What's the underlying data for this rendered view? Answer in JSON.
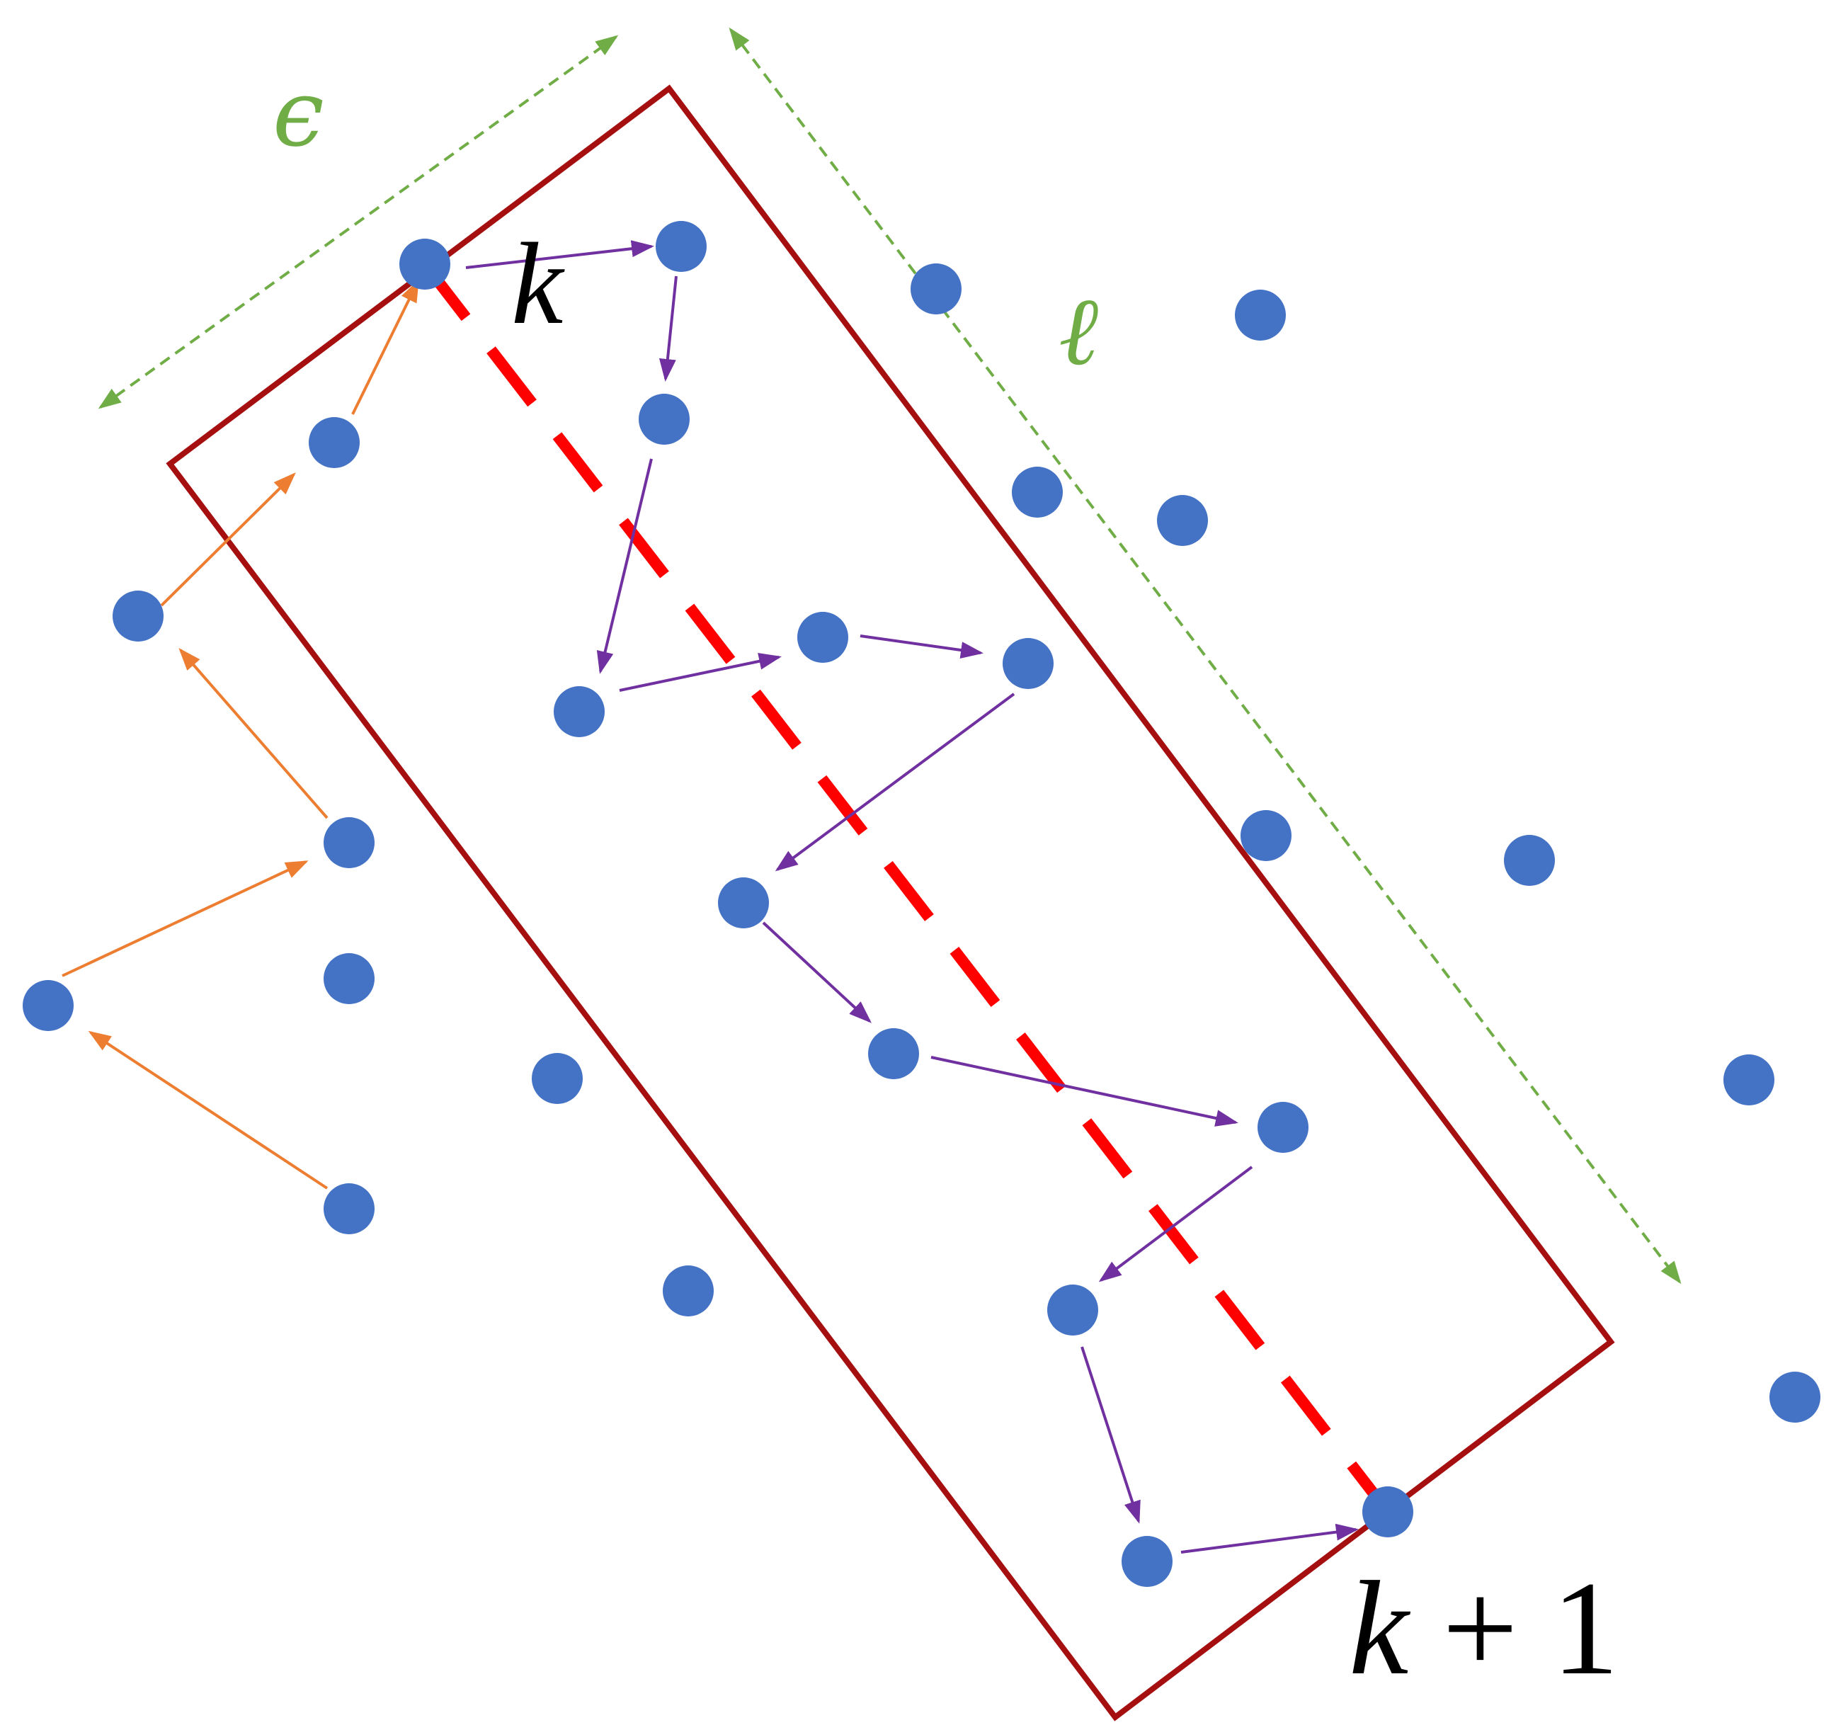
{
  "labels": {
    "epsilon": "ϵ",
    "ell": "ℓ",
    "k": "k",
    "k_plus_1_var": "k",
    "k_plus_1_rest": " + 1"
  },
  "colors": {
    "point": "#4472C4",
    "window_border": "#A50F0F",
    "center_line": "#FF0000",
    "dimension_arrow": "#70AD47",
    "path_before": "#ED7D31",
    "path_inside": "#7030A0",
    "k_label": "#000000"
  },
  "icons": {
    "point": "filled-circle",
    "arrowhead": "triangle"
  }
}
